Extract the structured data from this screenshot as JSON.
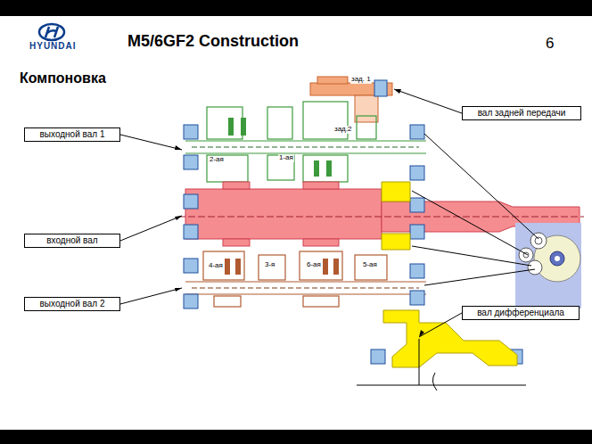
{
  "diagram": {
    "title": "M5/6GF2 Construction",
    "nodes": [
      {
        "text": [
          "вал задней передачи"
        ]
      },
      {
        "text": [
          "выходной вал 1"
        ]
      },
      {
        "text": [
          "входной вал"
        ]
      },
      {
        "text": [
          "выходной вал 2"
        ]
      },
      {
        "text": [
          "вал дифференциала"
        ]
      }
    ],
    "labels": [
      "HYUNDAI",
      "6",
      "Компоновка",
      "зад. 1",
      "зад.2",
      "2-ая",
      "1-ая",
      "4-ая",
      "3-я",
      "6-ая",
      "5-ая"
    ]
  }
}
